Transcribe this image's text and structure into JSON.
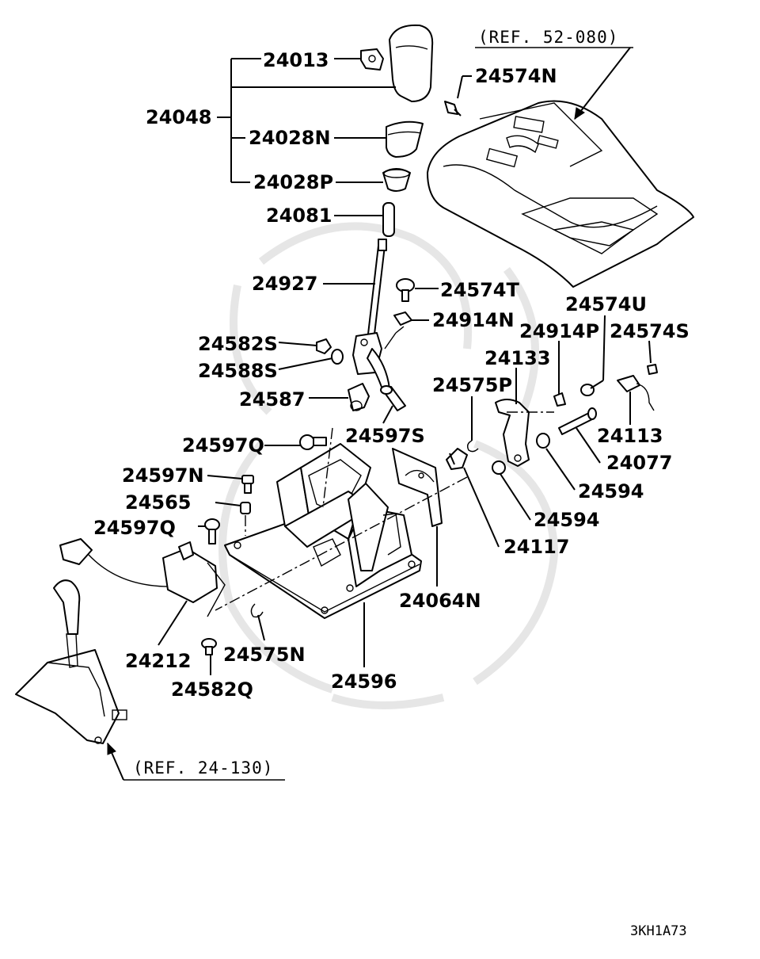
{
  "refs": {
    "top": "(REF. 52-080)",
    "bottom": "(REF. 24-130)"
  },
  "labels": {
    "p24013": "24013",
    "p24048": "24048",
    "p24028N": "24028N",
    "p24028P": "24028P",
    "p24081": "24081",
    "p24927": "24927",
    "p24574N": "24574N",
    "p24574T": "24574T",
    "p24914N": "24914N",
    "p24582S": "24582S",
    "p24588S": "24588S",
    "p24587": "24587",
    "p24597S": "24597S",
    "p24574U": "24574U",
    "p24914P": "24914P",
    "p24574S": "24574S",
    "p24133": "24133",
    "p24575P": "24575P",
    "p24113": "24113",
    "p24077": "24077",
    "p24594a": "24594",
    "p24594b": "24594",
    "p24597Qa": "24597Q",
    "p24597N": "24597N",
    "p24565": "24565",
    "p24597Qb": "24597Q",
    "p24117": "24117",
    "p24064N": "24064N",
    "p24212": "24212",
    "p24575N": "24575N",
    "p24582Q": "24582Q",
    "p24596": "24596"
  },
  "diagram_code": "3KH1A73"
}
